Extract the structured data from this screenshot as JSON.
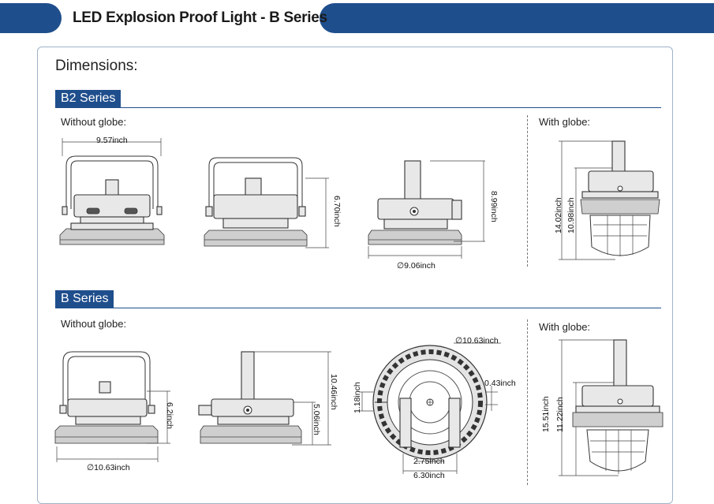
{
  "header": {
    "title": "LED Explosion Proof Light - B Series"
  },
  "section_title": "Dimensions:",
  "b2": {
    "tab": "B2 Series",
    "without_globe": "Without globe:",
    "with_globe": "With globe:",
    "dims": {
      "width": "9.57inch",
      "height_side": "6.70inch",
      "height_bracket": "8.99inch",
      "diameter": "∅9.06inch",
      "globe_total": "14.02inch",
      "globe_body": "10.98inch"
    }
  },
  "b": {
    "tab": "B Series",
    "without_globe": "Without globe:",
    "with_globe": "With globe:",
    "dims": {
      "diameter_front": "∅10.63inch",
      "height_front": "6.2inch",
      "height_side_total": "10.46inch",
      "height_side_body": "5.06inch",
      "diameter_top": "∅10.63inch",
      "gap": "0.43inch",
      "left_h": "1.18inch",
      "inner_w": "2.75inch",
      "outer_w": "6.30inch",
      "globe_total": "15.51inch",
      "globe_body": "11.22inch"
    }
  }
}
